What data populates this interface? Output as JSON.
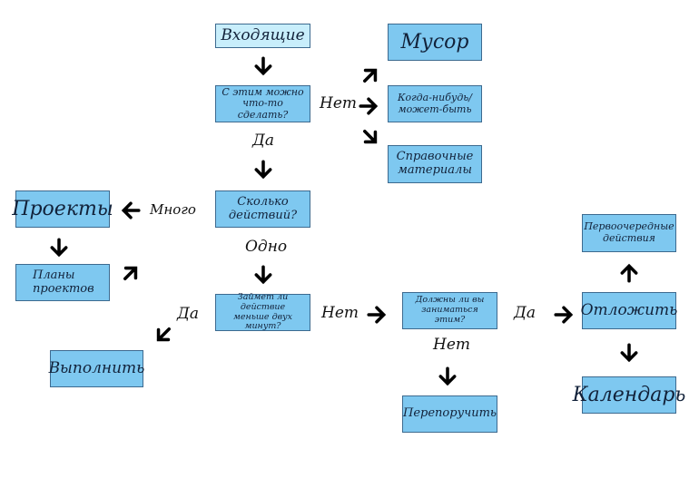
{
  "diagram": {
    "nodes": {
      "inbox": {
        "lines": [
          "Входящие"
        ]
      },
      "trash": {
        "lines": [
          "Мусор"
        ]
      },
      "actionable": {
        "lines": [
          "С этим можно",
          "что-то сделать?"
        ]
      },
      "someday": {
        "lines": [
          "Когда-нибудь/",
          "может-быть"
        ]
      },
      "reference": {
        "lines": [
          "Справочные",
          "материалы"
        ]
      },
      "how_many": {
        "lines": [
          "Сколько",
          "действий?"
        ]
      },
      "projects": {
        "lines": [
          "Проекты"
        ]
      },
      "project_plans": {
        "lines": [
          "Планы",
          "проектов"
        ]
      },
      "two_minutes": {
        "lines": [
          "Займет ли действие",
          "меньше двух минут?"
        ]
      },
      "do_it": {
        "lines": [
          "Выполнить"
        ]
      },
      "should_you": {
        "lines": [
          "Должны ли вы",
          "заниматься этим?"
        ]
      },
      "delegate": {
        "lines": [
          "Перепоручить"
        ]
      },
      "defer": {
        "lines": [
          "Отложить"
        ]
      },
      "next_actions": {
        "lines": [
          "Первоочередные",
          "действия"
        ]
      },
      "calendar": {
        "lines": [
          "Календарь"
        ]
      }
    },
    "edge_labels": {
      "no_actionable": "Нет",
      "yes_actionable": "Да",
      "many": "Много",
      "one": "Одно",
      "yes_two_min": "Да",
      "no_two_min": "Нет",
      "yes_should": "Да",
      "no_should": "Нет"
    },
    "colors": {
      "box_fill": "#7ec8f0",
      "inbox_fill": "#c8eefb",
      "box_border": "#3d6a8f",
      "arrow": "#000000"
    }
  }
}
